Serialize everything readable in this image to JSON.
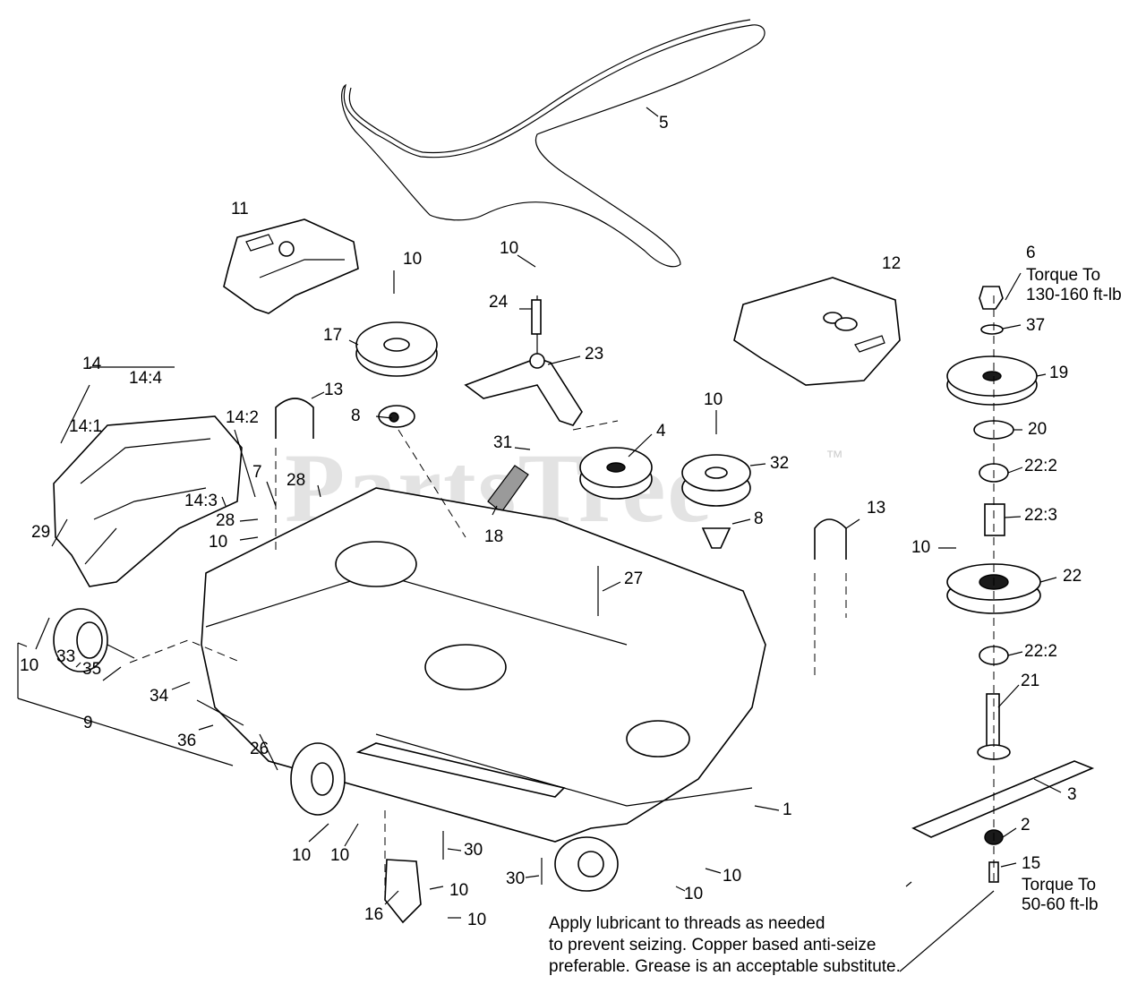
{
  "watermark": "PartsTree",
  "trademark": "™",
  "labels": {
    "l1": "1",
    "l2": "2",
    "l3": "3",
    "l4": "4",
    "l5": "5",
    "l6": "6",
    "l7": "7",
    "l8a": "8",
    "l8b": "8",
    "l9": "9",
    "l10a": "10",
    "l10b": "10",
    "l10c": "10",
    "l10d": "10",
    "l10e": "10",
    "l10f": "10",
    "l10g": "10",
    "l10h": "10",
    "l10i": "10",
    "l10j": "10",
    "l10k": "10",
    "l10l": "10",
    "l11": "11",
    "l12": "12",
    "l13a": "13",
    "l13b": "13",
    "l14": "14",
    "l14_1": "14:1",
    "l14_2": "14:2",
    "l14_3": "14:3",
    "l14_4": "14:4",
    "l15": "15",
    "l16": "16",
    "l17": "17",
    "l18": "18",
    "l19": "19",
    "l20": "20",
    "l21": "21",
    "l22": "22",
    "l22_2a": "22:2",
    "l22_2b": "22:2",
    "l22_3": "22:3",
    "l23": "23",
    "l24": "24",
    "l26": "26",
    "l27": "27",
    "l28a": "28",
    "l28b": "28",
    "l29": "29",
    "l30a": "30",
    "l30b": "30",
    "l31": "31",
    "l32": "32",
    "l33": "33",
    "l34": "34",
    "l35": "35",
    "l36": "36",
    "l37": "37"
  },
  "torque": {
    "top_line1": "Torque To",
    "top_line2": "130-160 ft-lb",
    "bottom_line1": "Torque To",
    "bottom_line2": "50-60 ft-lb"
  },
  "note": {
    "line1": "Apply lubricant to threads as needed",
    "line2": "to prevent seizing. Copper based anti-seize",
    "line3": "preferable. Grease is an acceptable substitute."
  }
}
